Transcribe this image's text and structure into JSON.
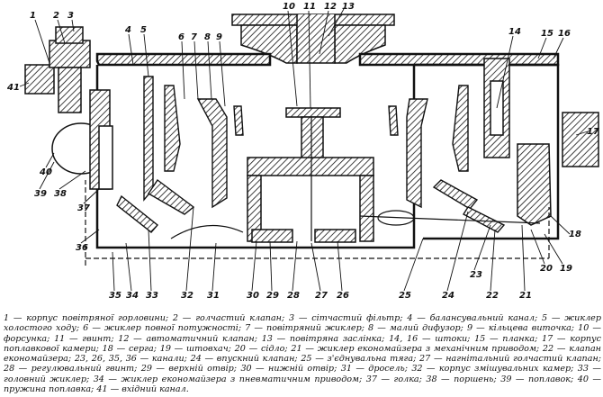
{
  "callouts": {
    "n1": "1",
    "n2": "2",
    "n3": "3",
    "n4": "4",
    "n5": "5",
    "n6": "6",
    "n7": "7",
    "n8": "8",
    "n9": "9",
    "n10": "10",
    "n11": "11",
    "n12": "12",
    "n13": "13",
    "n14": "14",
    "n15": "15",
    "n16": "16",
    "n17": "17",
    "n18": "18",
    "n19": "19",
    "n20": "20",
    "n21": "21",
    "n22": "22",
    "n23": "23",
    "n24": "24",
    "n25": "25",
    "n26": "26",
    "n27": "27",
    "n28": "28",
    "n29": "29",
    "n30": "30",
    "n31": "31",
    "n32": "32",
    "n33": "33",
    "n34": "34",
    "n35": "35",
    "n36": "36",
    "n37": "37",
    "n38": "38",
    "n39": "39",
    "n40": "40",
    "n41": "41"
  },
  "legend": {
    "text": "1 — корпус повітряної горловини; 2 — голчастий клапан; 3 — сітчастий фільтр; 4 — балансувальний канал; 5 — жиклер холостого ходу; 6 — жиклер повної потужності; 7 — повітряний жиклер; 8 — малий дифузор; 9 — кільцева виточка; 10 — форсунка; 11 — гвинт; 12 — автоматичний клапан; 13 — повітряна заслінка; 14, 16 — штоки; 15 — планка; 17 — корпус поплавкової камери; 18 — серга; 19 — штовхач; 20 — сідло; 21 — жиклер економайзера з механічним приводом; 22 — клапан економайзера; 23, 26, 35, 36 — канали; 24 — впускний клапан; 25 — з'єднувальна тяга; 27 — нагнітальний голчастий клапан; 28 — регулювальний гвинт; 29 — верхній отвір; 30 — нижній отвір; 31 — дросель; 32 — корпус змішувальних камер; 33 — головний жиклер; 34 — жиклер економайзера з пневматичним приводом; 37 — голка; 38 — поршень; 39 — поплавок; 40 — пружина поплавка; 41 — вхідний канал."
  }
}
